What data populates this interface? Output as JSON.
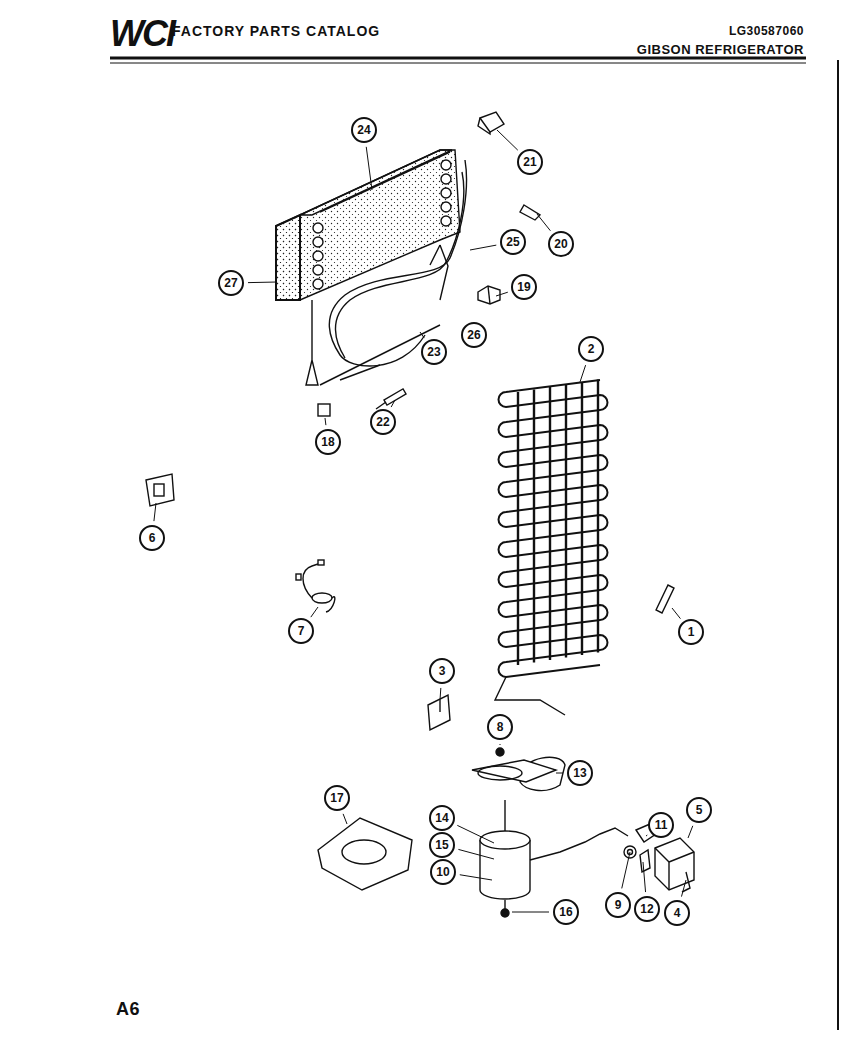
{
  "diagram": {
    "title": "FACTORY PARTS CATALOG",
    "nodes": [
      {
        "text": [
          "24"
        ]
      },
      {
        "text": [
          "21"
        ]
      },
      {
        "text": [
          "20"
        ]
      },
      {
        "text": [
          "25"
        ]
      },
      {
        "text": [
          "27"
        ]
      },
      {
        "text": [
          "19"
        ]
      },
      {
        "text": [
          "26"
        ]
      },
      {
        "text": [
          "23"
        ]
      },
      {
        "text": [
          "2"
        ]
      },
      {
        "text": [
          "22"
        ]
      },
      {
        "text": [
          "18"
        ]
      },
      {
        "text": [
          "6"
        ]
      },
      {
        "text": [
          "7"
        ]
      },
      {
        "text": [
          "1"
        ]
      },
      {
        "text": [
          "3"
        ]
      },
      {
        "text": [
          "8"
        ]
      },
      {
        "text": [
          "13"
        ]
      },
      {
        "text": [
          "17"
        ]
      },
      {
        "text": [
          "11"
        ]
      },
      {
        "text": [
          "5"
        ]
      },
      {
        "text": [
          "14"
        ]
      },
      {
        "text": [
          "15"
        ]
      },
      {
        "text": [
          "10"
        ]
      },
      {
        "text": [
          "16"
        ]
      },
      {
        "text": [
          "9"
        ]
      },
      {
        "text": [
          "12"
        ]
      },
      {
        "text": [
          "4"
        ]
      }
    ],
    "labels": [
      "WCI",
      "LG30587060",
      "GIBSON REFRIGERATOR",
      "A6"
    ]
  }
}
